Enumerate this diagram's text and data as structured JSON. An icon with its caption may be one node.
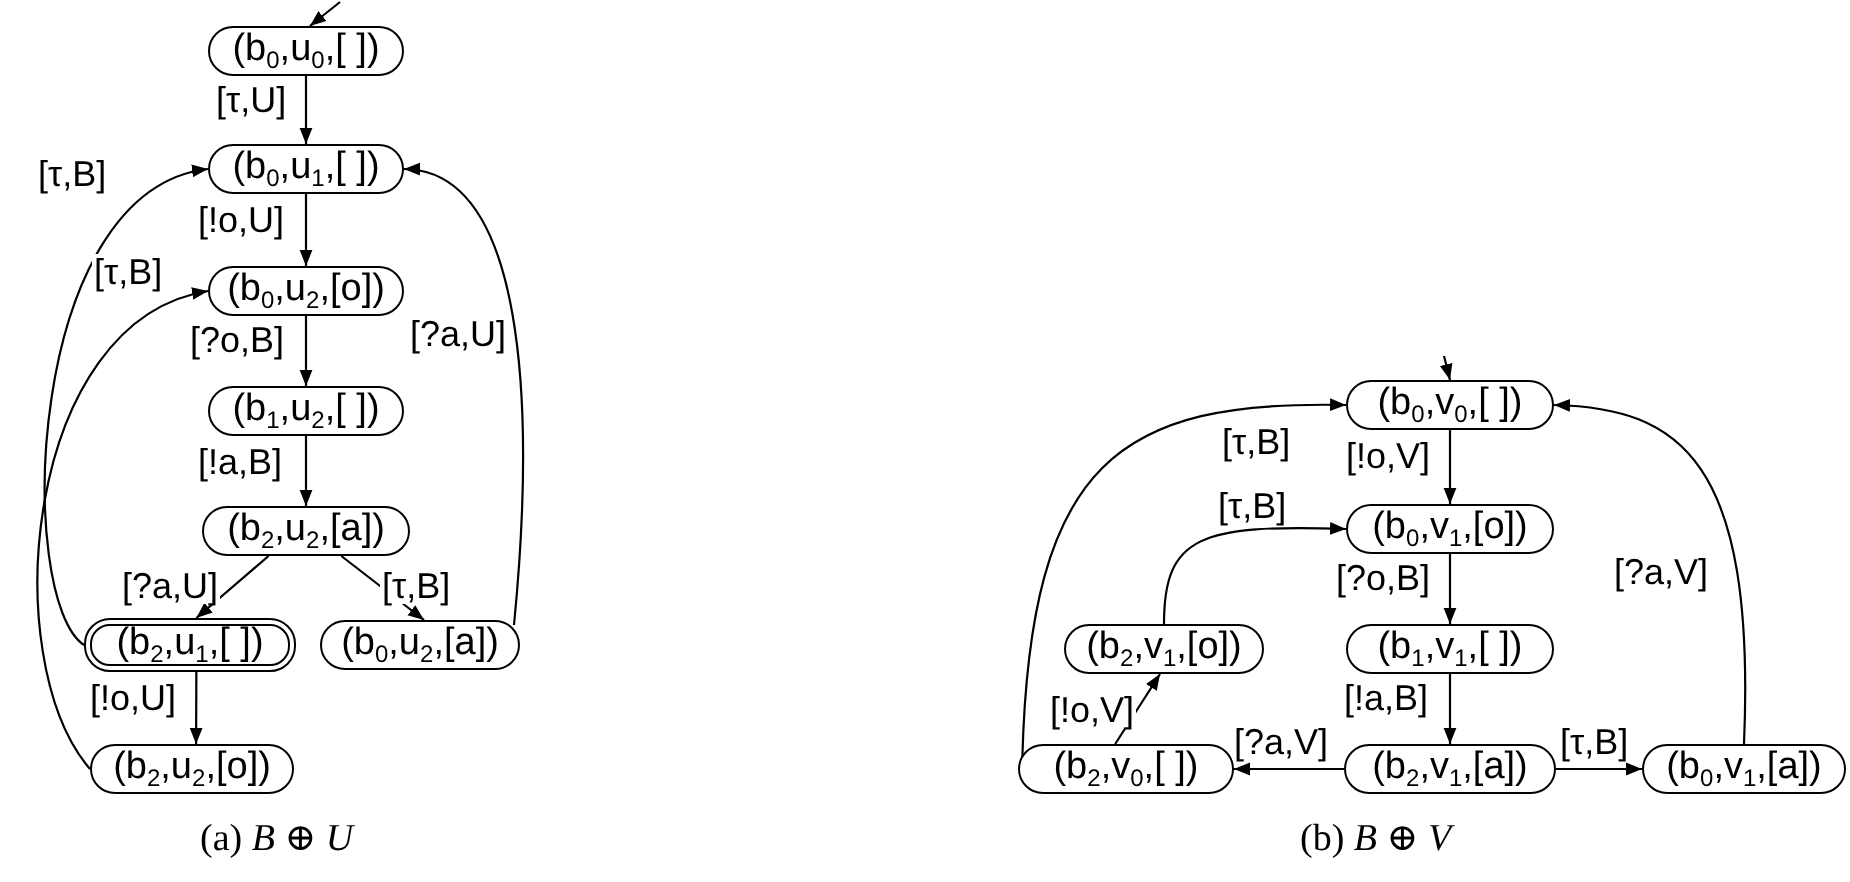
{
  "diagram": {
    "nodes": [
      {
        "text": [
          "(b$_{0}$,u$_{0}$,[ ])"
        ]
      },
      {
        "text": [
          "(b$_{0}$,u$_{1}$,[ ])"
        ]
      },
      {
        "text": [
          "(b$_{0}$,u$_{2}$,[o])"
        ]
      },
      {
        "text": [
          "(b$_{1}$,u$_{2}$,[ ])"
        ]
      },
      {
        "text": [
          "(b$_{2}$,u$_{2}$,[a])"
        ]
      },
      {
        "text": [
          "(b$_{2}$,u$_{1}$,[ ])"
        ]
      },
      {
        "text": [
          "(b$_{0}$,u$_{2}$,[a])"
        ]
      },
      {
        "text": [
          "(b$_{2}$,u$_{2}$,[o])"
        ]
      },
      {
        "text": [
          "(b$_{0}$,v$_{0}$,[ ])"
        ]
      },
      {
        "text": [
          "(b$_{0}$,v$_{1}$,[o])"
        ]
      },
      {
        "text": [
          "(b$_{1}$,v$_{1}$,[ ])"
        ]
      },
      {
        "text": [
          "(b$_{2}$,v$_{1}$,[a])"
        ]
      },
      {
        "text": [
          "(b$_{2}$,v$_{1}$,[o])"
        ]
      },
      {
        "text": [
          "(b$_{2}$,v$_{0}$,[ ])"
        ]
      },
      {
        "text": [
          "(b$_{0}$,v$_{1}$,[a])"
        ]
      }
    ],
    "edges": [
      {
        "from": null,
        "to": 0,
        "arrow": "to"
      },
      {
        "from": 0,
        "to": 1,
        "arrow": "to",
        "label": "[τ,U]"
      },
      {
        "from": 1,
        "to": 2,
        "arrow": "to",
        "label": "[!o,U]"
      },
      {
        "from": 2,
        "to": 3,
        "arrow": "to",
        "label": "[?o,B]"
      },
      {
        "from": 3,
        "to": 4,
        "arrow": "to",
        "label": "[!a,B]"
      },
      {
        "from": 4,
        "to": 5,
        "arrow": "to",
        "label": "[?a,U]"
      },
      {
        "from": 4,
        "to": 6,
        "arrow": "to",
        "label": "[τ,B]"
      },
      {
        "from": 5,
        "to": 7,
        "arrow": "to",
        "label": "[!o,U]"
      },
      {
        "from": 5,
        "to": 1,
        "arrow": "to",
        "label": "[τ,B]"
      },
      {
        "from": 7,
        "to": 2,
        "arrow": "to",
        "label": "[τ,B]"
      },
      {
        "from": 6,
        "to": 1,
        "arrow": "to",
        "label": "[?a,U]"
      },
      {
        "from": null,
        "to": 8,
        "arrow": "to"
      },
      {
        "from": 8,
        "to": 9,
        "arrow": "to",
        "label": "[!o,V]"
      },
      {
        "from": 9,
        "to": 10,
        "arrow": "to",
        "label": "[?o,B]"
      },
      {
        "from": 10,
        "to": 11,
        "arrow": "to",
        "label": "[!a,B]"
      },
      {
        "from": 11,
        "to": 13,
        "arrow": "to",
        "label": "[?a,V]"
      },
      {
        "from": 11,
        "to": 14,
        "arrow": "to",
        "label": "[τ,B]"
      },
      {
        "from": 13,
        "to": 12,
        "arrow": "to",
        "label": "[!o,V]"
      },
      {
        "from": 13,
        "to": 8,
        "arrow": "to",
        "label": "[τ,B]"
      },
      {
        "from": 12,
        "to": 9,
        "arrow": "to",
        "label": "[τ,B]"
      },
      {
        "from": 14,
        "to": 8,
        "arrow": "to",
        "label": "[?a,V]"
      }
    ],
    "labels": [
      "(a) *B* ⊕ *U*",
      "(b) *B* ⊕ *V*"
    ]
  }
}
